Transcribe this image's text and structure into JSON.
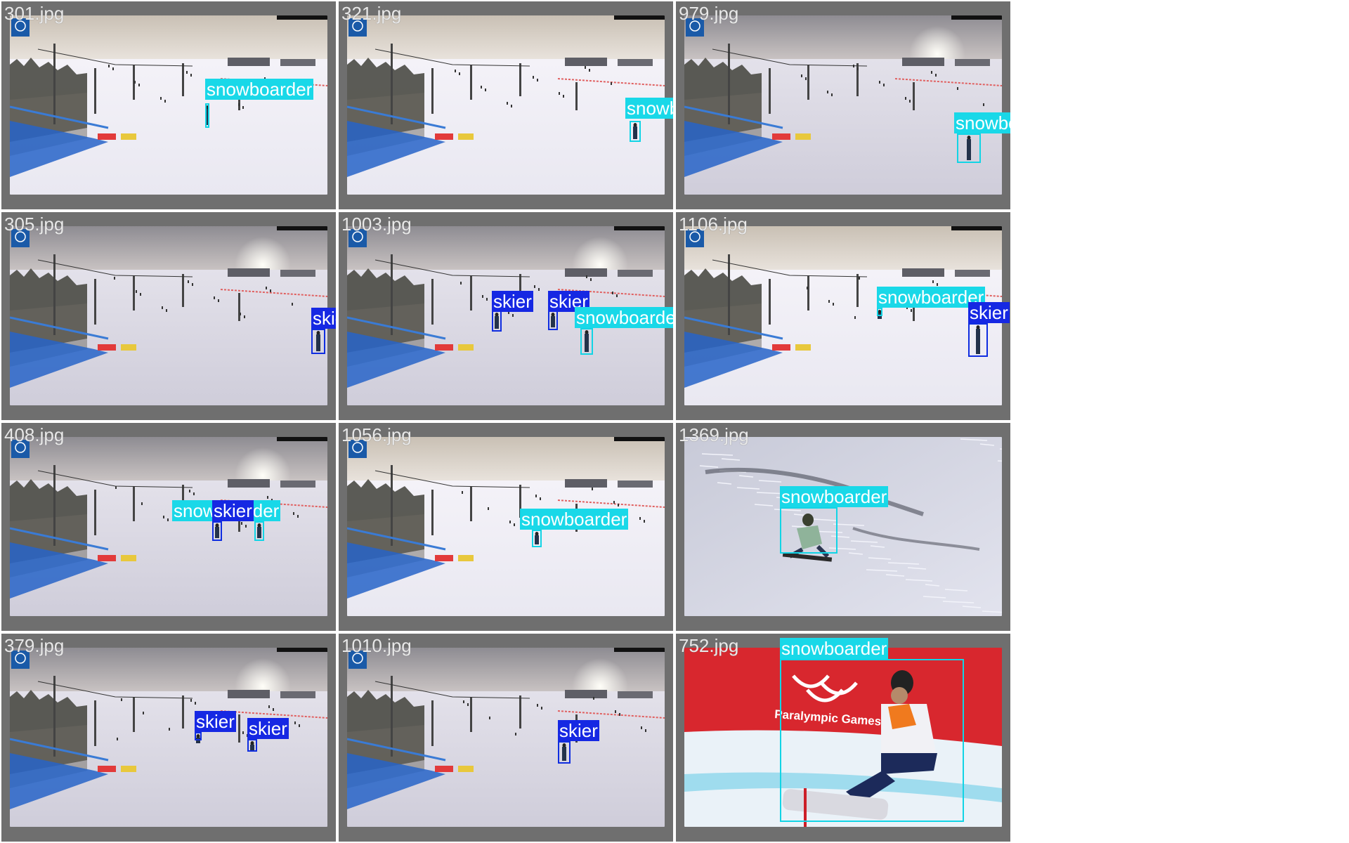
{
  "labels": {
    "snowboarder": "snowboarder",
    "skier": "skier"
  },
  "colors": {
    "snowboarder": "#19d8e8",
    "skier": "#1628e3",
    "tile_background": "#6f6f6f"
  },
  "tiles": [
    {
      "id": "t0",
      "file": "301.jpg",
      "scene": "ski-slope",
      "detections": [
        {
          "cls": "snowboarder"
        }
      ]
    },
    {
      "id": "t1",
      "file": "321.jpg",
      "scene": "ski-slope",
      "detections": [
        {
          "cls": "snowboarder"
        }
      ]
    },
    {
      "id": "t2",
      "file": "979.jpg",
      "scene": "ski-slope-sunset",
      "detections": [
        {
          "cls": "snowboarder"
        }
      ]
    },
    {
      "id": "t3",
      "file": "305.jpg",
      "scene": "ski-slope-sunset",
      "detections": [
        {
          "cls": "skier"
        }
      ]
    },
    {
      "id": "t4",
      "file": "1003.jpg",
      "scene": "ski-slope-sunset",
      "detections": [
        {
          "cls": "skier"
        },
        {
          "cls": "skier"
        },
        {
          "cls": "snowboarder"
        }
      ]
    },
    {
      "id": "t5",
      "file": "1106.jpg",
      "scene": "ski-slope",
      "detections": [
        {
          "cls": "snowboarder"
        },
        {
          "cls": "skier"
        }
      ]
    },
    {
      "id": "t6",
      "file": "408.jpg",
      "scene": "ski-slope-sunset",
      "detections": [
        {
          "cls": "snowboarder"
        },
        {
          "cls": "skier"
        }
      ]
    },
    {
      "id": "t7",
      "file": "1056.jpg",
      "scene": "ski-slope",
      "detections": [
        {
          "cls": "snowboarder"
        }
      ]
    },
    {
      "id": "t8",
      "file": "1369.jpg",
      "scene": "snow-closeup",
      "detections": [
        {
          "cls": "snowboarder"
        }
      ]
    },
    {
      "id": "t9",
      "file": "379.jpg",
      "scene": "ski-slope-sunset",
      "detections": [
        {
          "cls": "skier"
        },
        {
          "cls": "skier"
        }
      ]
    },
    {
      "id": "t10",
      "file": "1010.jpg",
      "scene": "ski-slope-sunset",
      "detections": [
        {
          "cls": "skier"
        }
      ]
    },
    {
      "id": "t11",
      "file": "752.jpg",
      "scene": "paralympic",
      "banner_text": "Paralympic Games",
      "detections": [
        {
          "cls": "snowboarder"
        }
      ]
    }
  ]
}
